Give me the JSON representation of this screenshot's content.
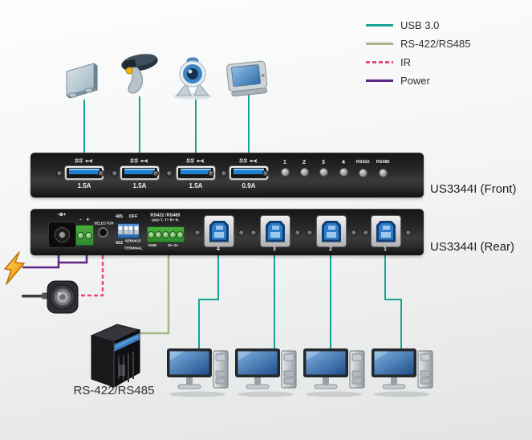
{
  "legend": {
    "items": [
      {
        "label": "USB 3.0",
        "color": "#1aa394",
        "line_style": "solid"
      },
      {
        "label": "RS-422/RS485",
        "color": "#a9b58c",
        "line_style": "solid"
      },
      {
        "label": "IR",
        "color": "#e8467c",
        "line_style": "dashed"
      },
      {
        "label": "Power",
        "color": "#5c2483",
        "line_style": "solid"
      }
    ]
  },
  "peripherals": {
    "items": [
      {
        "icon": "external-drive-icon"
      },
      {
        "icon": "barcode-scanner-icon"
      },
      {
        "icon": "webcam-icon"
      },
      {
        "icon": "handheld-terminal-icon"
      }
    ]
  },
  "front_panel": {
    "label": "US3344I (Front)",
    "usb_ports": [
      {
        "logo": "SS",
        "amp": "1.5A"
      },
      {
        "logo": "SS",
        "amp": "1.5A"
      },
      {
        "logo": "SS",
        "amp": "1.5A"
      },
      {
        "logo": "SS",
        "amp": "0.9A"
      }
    ],
    "leds": [
      {
        "label": "1"
      },
      {
        "label": "2"
      },
      {
        "label": "3"
      },
      {
        "label": "4"
      },
      {
        "label": "RS422"
      },
      {
        "label": "RS485"
      }
    ]
  },
  "rear_panel": {
    "label": "US3344I (Rear)",
    "dc_jack_label": "-⊕+",
    "power_terminal": {
      "minus": "-",
      "plus": "+"
    },
    "selector_label": "SELECTOR",
    "dip_switch": {
      "top_left": "485",
      "top_right": "OFF",
      "bottom_left": "422",
      "bottom_right_line1": "SERVICE",
      "bottom_right_line2": "TERMINAL"
    },
    "serial_terminal": {
      "header": "RS422 /RS485",
      "pin_labels": "GND T- T+ R+ R-",
      "bottom_left": "GND",
      "bottom_right": "D+ D-"
    },
    "usb_b_ports": [
      {
        "number": "4"
      },
      {
        "number": "3"
      },
      {
        "number": "2"
      },
      {
        "number": "1"
      }
    ]
  },
  "bottom_devices": {
    "serial_device_label": "RS-422/RS485",
    "computers": [
      {
        "icon": "computer-icon"
      },
      {
        "icon": "computer-icon"
      },
      {
        "icon": "computer-icon"
      },
      {
        "icon": "computer-icon"
      }
    ],
    "ir_receiver": {
      "icon": "ir-receiver-icon"
    },
    "power_source": {
      "icon": "lightning-bolt-icon"
    }
  }
}
